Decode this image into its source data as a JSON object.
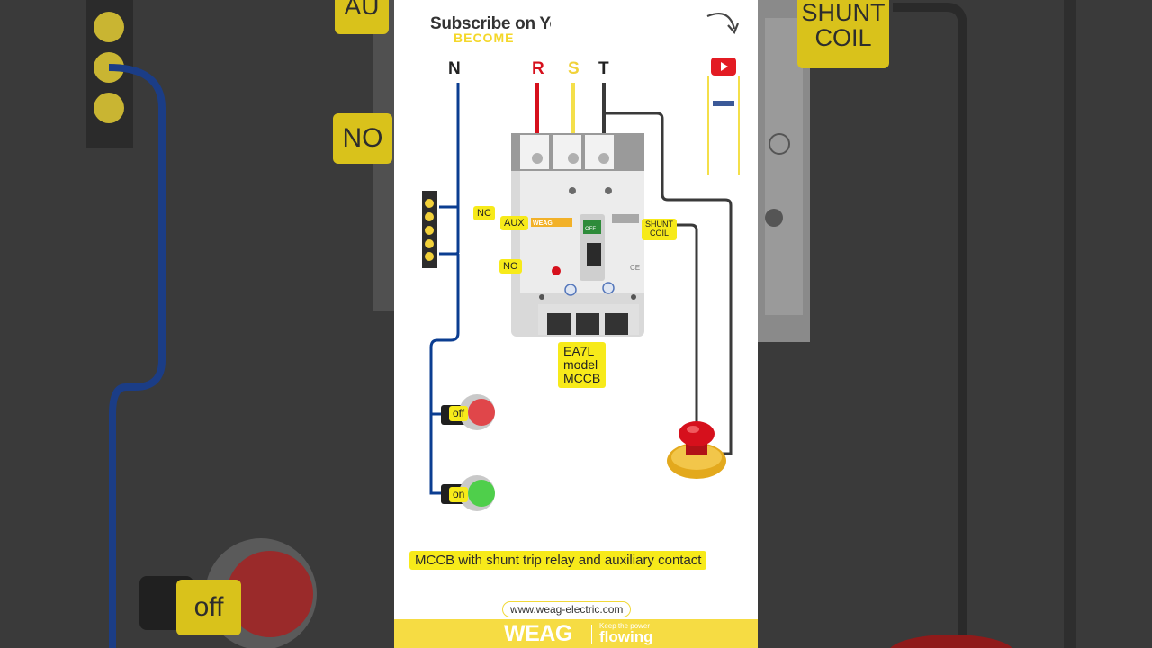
{
  "header": {
    "subscribe_text": "Subscribe on Yo",
    "become_text": "BECOME"
  },
  "phases": {
    "n": "N",
    "r": "R",
    "s": "S",
    "t": "T"
  },
  "labels": {
    "nc": "NC",
    "aux": "AUX",
    "no": "NO",
    "shunt_line1": "SHUNT",
    "shunt_line2": "COIL",
    "model_line1": "EA7L",
    "model_line2": "model",
    "model_line3": "MCCB",
    "off": "off",
    "on": "on"
  },
  "device": {
    "brand": "WEAG",
    "handle": "OFF",
    "ce": "CE"
  },
  "caption": "MCCB with shunt trip relay and auxiliary contact",
  "footer": {
    "url": "www.weag-electric.com",
    "brand": "WEAG",
    "tagline_small": "Keep the power",
    "tagline_big": "flowing"
  },
  "background": {
    "left_top_label": "AU",
    "left_mid_label": "NO",
    "left_bottom_label": "off",
    "right_label_line1": "SHUNT",
    "right_label_line2": "COIL"
  },
  "colors": {
    "neutral_wire": "#0b3d91",
    "r_wire": "#d6101c",
    "s_wire": "#f4df4a",
    "t_wire": "#3a3a3a",
    "label_yellow": "#f7ea1a",
    "footer_yellow": "#f6dc43",
    "off_button": "#e0464a",
    "on_button": "#4fcf4b"
  },
  "icons": {
    "arrow": "curved-arrow-down-icon",
    "youtube": "youtube-icon",
    "facebook": "facebook-icon"
  }
}
